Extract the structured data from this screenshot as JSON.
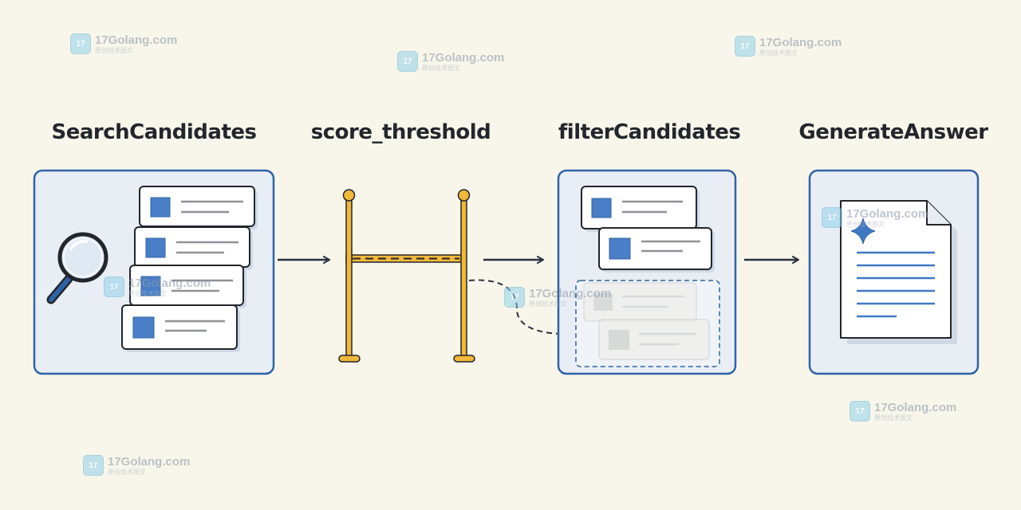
{
  "titles": {
    "search": "SearchCandidates",
    "threshold": "score_threshold",
    "filter": "filterCandidates",
    "generate": "GenerateAnswer"
  },
  "watermark": {
    "site": "17Golang.com",
    "tagline": "原创技术图文",
    "logo_text": "17"
  },
  "colors": {
    "panel_border": "#2f63a6",
    "panel_fill": "#e9eef4",
    "doc_square": "#4a7fc8",
    "gate": "#f1b83a",
    "arrow": "#2b3140"
  }
}
